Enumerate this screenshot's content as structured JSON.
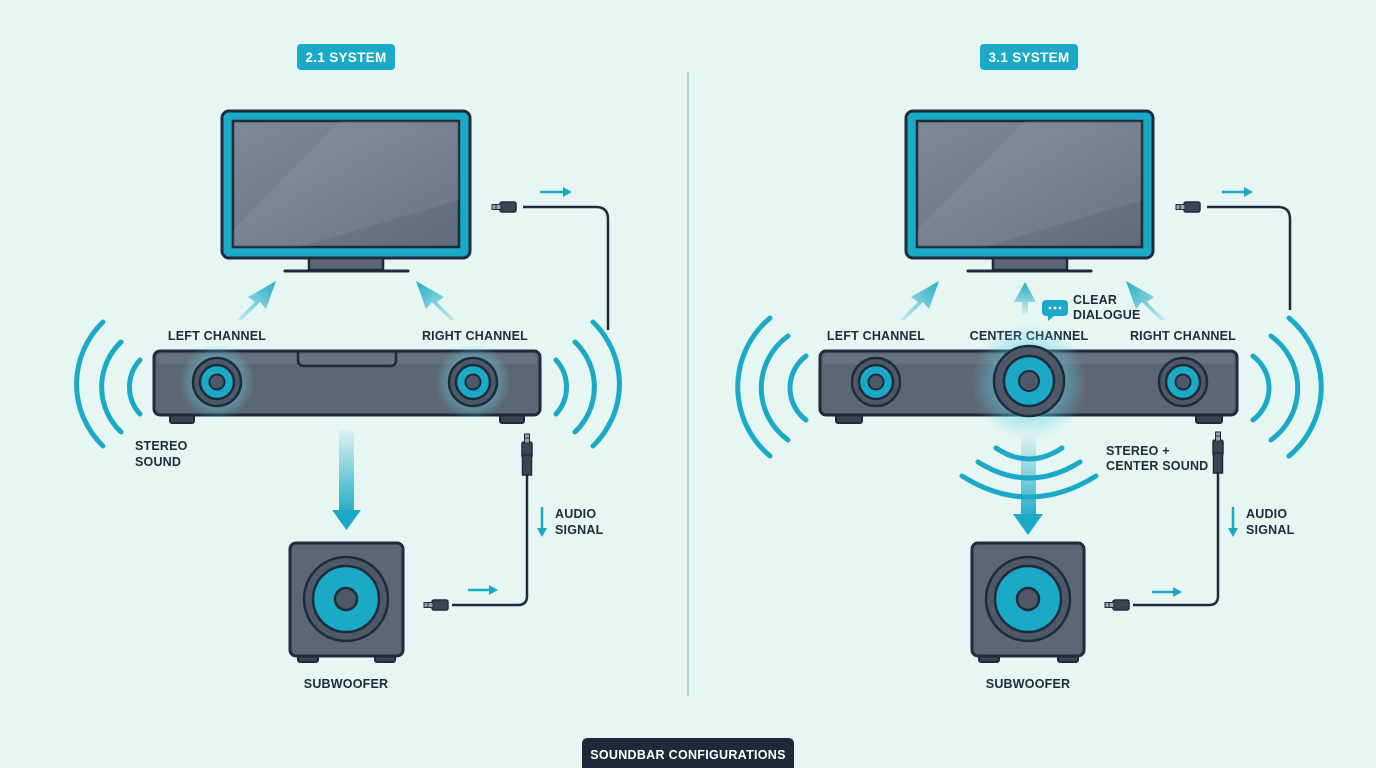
{
  "colors": {
    "background": "#e6f6f2",
    "accent": "#1aa9c6",
    "accent_light": "#5fd0e6",
    "outline": "#1d2c3c",
    "device_gray": "#5d6675",
    "screen_gray": "#6b7888",
    "footer_bg": "#1c2a3a"
  },
  "panels": [
    {
      "title": "2.1 SYSTEM",
      "labels": {
        "left_channel": "LEFT CHANNEL",
        "right_channel": "RIGHT CHANNEL",
        "sound_type_line1": "STEREO",
        "sound_type_line2": "SOUND",
        "signal_line1": "AUDIO",
        "signal_line2": "SIGNAL",
        "subwoofer": "SUBWOOFER"
      }
    },
    {
      "title": "3.1 SYSTEM",
      "labels": {
        "left_channel": "LEFT CHANNEL",
        "center_channel": "CENTER CHANNEL",
        "right_channel": "RIGHT CHANNEL",
        "dialogue_line1": "CLEAR",
        "dialogue_line2": "DIALOGUE",
        "sound_type_line1": "STEREO +",
        "sound_type_line2": "CENTER SOUND",
        "signal_line1": "AUDIO",
        "signal_line2": "SIGNAL",
        "subwoofer": "SUBWOOFER"
      }
    }
  ],
  "footer": {
    "label": "SOUNDBAR CONFIGURATIONS"
  },
  "icons": [
    "tv-icon",
    "soundbar-icon",
    "speaker-driver-icon",
    "subwoofer-icon",
    "audio-jack-icon",
    "arrow-icon",
    "sound-wave-icon",
    "speech-bubble-icon"
  ]
}
